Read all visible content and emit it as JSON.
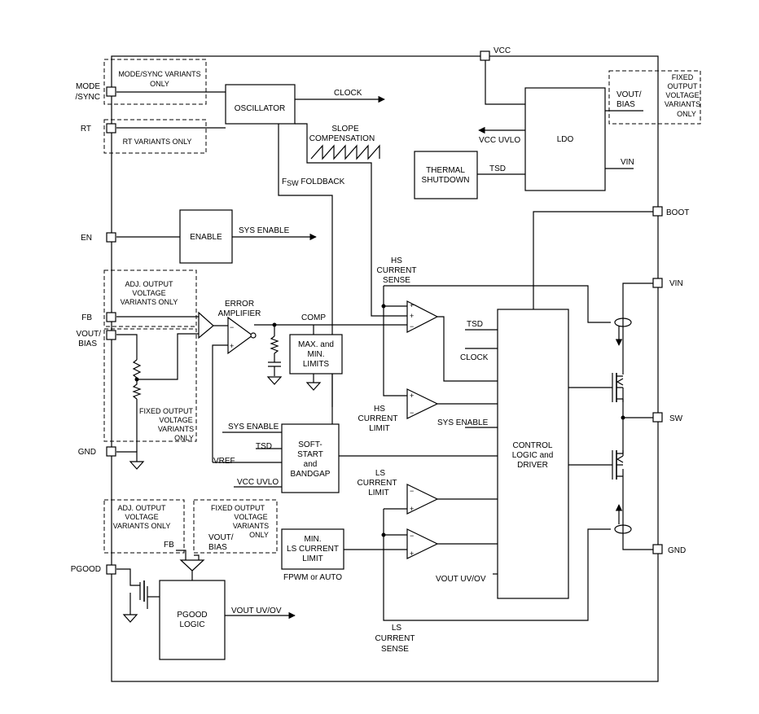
{
  "pins": {
    "vcc": "VCC",
    "mode_sync": [
      "MODE",
      "/SYNC"
    ],
    "rt": "RT",
    "en": "EN",
    "fb": "FB",
    "vout_bias": [
      "VOUT/",
      "BIAS"
    ],
    "gnd_left": "GND",
    "pgood": "PGOOD",
    "boot": "BOOT",
    "vin": "VIN",
    "sw": "SW",
    "gnd_right": "GND"
  },
  "blocks": {
    "oscillator": "OSCILLATOR",
    "ldo": "LDO",
    "thermal": [
      "THERMAL",
      "SHUTDOWN"
    ],
    "enable": "ENABLE",
    "max_min": [
      "MAX. and",
      "MIN.",
      "LIMITS"
    ],
    "soft_start": [
      "SOFT-",
      "START",
      "and",
      "BANDGAP"
    ],
    "min_ls": [
      "MIN.",
      "LS CURRENT",
      "LIMIT"
    ],
    "pgood_logic": [
      "PGOOD",
      "LOGIC"
    ],
    "control": [
      "CONTROL",
      "LOGIC and",
      "DRIVER"
    ]
  },
  "notes": {
    "mode_sync_only": [
      "MODE/SYNC VARIANTS",
      "ONLY"
    ],
    "rt_only": "RT VARIANTS ONLY",
    "fixed_top": [
      "FIXED",
      "OUTPUT",
      "VOLTAGE",
      "VARIANTS",
      "ONLY"
    ],
    "adj_top": [
      "ADJ. OUTPUT",
      "VOLTAGE",
      "VARIANTS ONLY"
    ],
    "fixed_left": [
      "FIXED OUTPUT",
      "VOLTAGE",
      "VARIANTS",
      "ONLY"
    ],
    "adj_bottom": [
      "ADJ. OUTPUT",
      "VOLTAGE",
      "VARIANTS ONLY"
    ],
    "fixed_bottom": [
      "FIXED OUTPUT",
      "VOLTAGE",
      "VARIANTS",
      "ONLY"
    ]
  },
  "signals": {
    "clock": "CLOCK",
    "slope": [
      "SLOPE",
      "COMPENSATION"
    ],
    "fsw_prefix": "F",
    "fsw_sub": "SW",
    "fsw_rest": " FOLDBACK",
    "vcc_uvlo": "VCC UVLO",
    "ldo_vout": [
      "VOUT/",
      "BIAS"
    ],
    "ldo_vin": "VIN",
    "tsd": "TSD",
    "sys_enable": "SYS ENABLE",
    "hs_sense": [
      "HS",
      "CURRENT",
      "SENSE"
    ],
    "error_amp": [
      "ERROR",
      "AMPLIFIER"
    ],
    "comp": "COMP",
    "tsd_ctrl": "TSD",
    "clock_ctrl": "CLOCK",
    "hs_limit": [
      "HS",
      "CURRENT",
      "LIMIT"
    ],
    "sys_enable_ctrl": "SYS ENABLE",
    "sys_enable_ss": "SYS ENABLE",
    "tsd_ss": "TSD",
    "vref": "VREF",
    "vcc_uvlo_ss": "VCC UVLO",
    "ls_limit": [
      "LS",
      "CURRENT",
      "LIMIT"
    ],
    "fpwm": "FPWM or AUTO",
    "vout_uvov_ctrl": "VOUT UV/OV",
    "fb_pg": "FB",
    "vout_bias_pg": [
      "VOUT/",
      "BIAS"
    ],
    "vout_uvov_pg": "VOUT UV/OV",
    "ls_sense": [
      "LS",
      "CURRENT",
      "SENSE"
    ]
  }
}
